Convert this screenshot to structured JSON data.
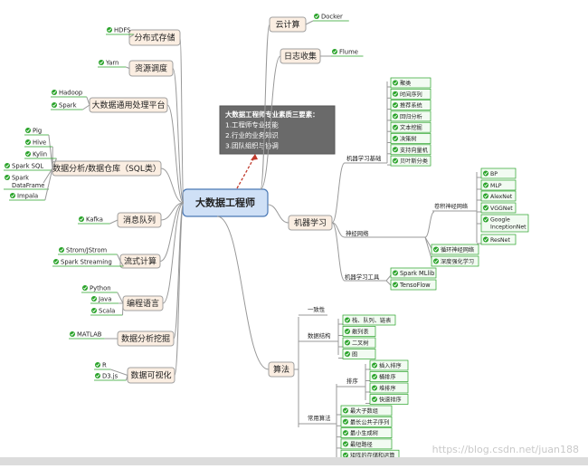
{
  "center": "大数据工程师",
  "callout": {
    "lines": [
      "大数据工程师专业素质三要素：",
      "1.工程师专业技能",
      "2.行业的业务知识",
      "3.团队组织与协调"
    ]
  },
  "left_branches": [
    {
      "label": "分布式存储",
      "leaves": [
        "HDFS"
      ]
    },
    {
      "label": "资源调度",
      "leaves": [
        "Yarn"
      ]
    },
    {
      "label": "大数据通用处理平台",
      "leaves": [
        "Hadoop",
        "Spark"
      ]
    },
    {
      "label": "数据分析/数据仓库（SQL类）",
      "leaves": [
        "Pig",
        "Hive",
        "Kylin",
        "Spark SQL",
        "Spark DataFrame",
        "Impala"
      ]
    },
    {
      "label": "消息队列",
      "leaves": [
        "Kafka"
      ]
    },
    {
      "label": "流式计算",
      "leaves": [
        "Strom/JStrom",
        "Spark Streaming"
      ]
    },
    {
      "label": "编程语言",
      "leaves": [
        "Python",
        "Java",
        "Scala"
      ]
    },
    {
      "label": "数据分析挖掘",
      "leaves": [
        "MATLAB"
      ]
    },
    {
      "label": "数据可视化",
      "leaves": [
        "R",
        "D3.js"
      ]
    }
  ],
  "right_top": [
    {
      "label": "云计算",
      "leaves": [
        "Docker"
      ]
    },
    {
      "label": "日志收集",
      "leaves": [
        "Flume"
      ]
    }
  ],
  "ml": {
    "label": "机器学习",
    "basics_label": "机器学习基础",
    "basics": [
      "聚类",
      "时间序列",
      "推荐系统",
      "回归分析",
      "文本挖掘",
      "决策树",
      "支持向量机",
      "贝叶斯分类"
    ],
    "nn_label": "神经网络",
    "cnn_label": "卷积神经网络",
    "cnn": [
      "BP",
      "MLP",
      "AlexNet",
      "VGGNet",
      "Google InceptionNet",
      "ResNet"
    ],
    "rnn": "循环神经网络",
    "drl": "深度强化学习",
    "tools_label": "机器学习工具",
    "tools": [
      "Spark MLlib",
      "TensoFlow"
    ]
  },
  "algo": {
    "label": "算法",
    "consistency": "一致性",
    "ds_label": "数据结构",
    "ds": [
      "栈、队列、链表",
      "散列表",
      "二叉树",
      "图"
    ],
    "common_label": "常用算法",
    "sort_label": "排序",
    "sort": [
      "插入排序",
      "桶排序",
      "堆排序",
      "快速排序"
    ],
    "common": [
      "最大子数组",
      "最长公共子序列",
      "最小生成树",
      "最短路径",
      "矩阵的存储和运算"
    ]
  },
  "watermark": "https://blog.csdn.net/juan188"
}
